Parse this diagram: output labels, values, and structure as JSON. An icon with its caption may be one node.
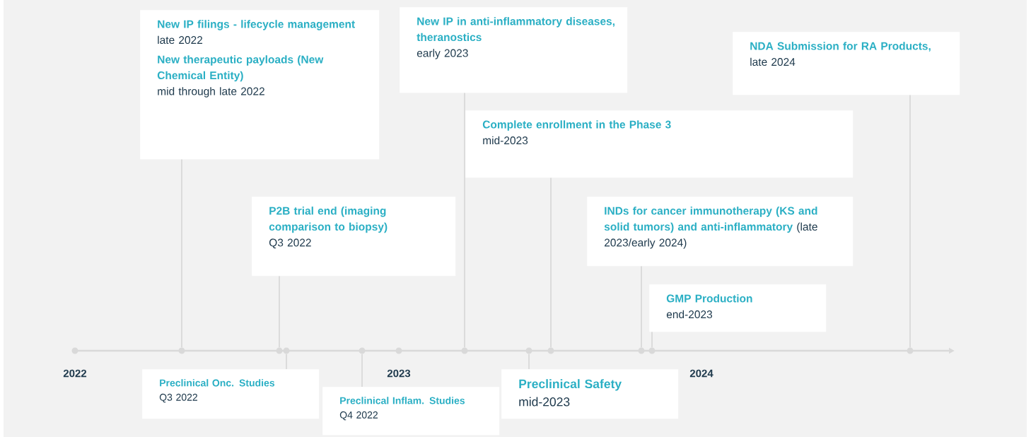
{
  "diagram": {
    "nodes": [
      {
        "text": [
          "New IP filings - lifecycle management",
          "late 2022",
          "New therapeutic payloads (New Chemical Entity)",
          "mid through late 2022"
        ]
      },
      {
        "text": [
          "P2B trial end (imaging comparison to biopsy)",
          "Q3 2022"
        ]
      },
      {
        "text": [
          "New IP in anti-inflammatory diseases, theranostics",
          "early 2023"
        ]
      },
      {
        "text": [
          "Complete enrollment in the Phase 3",
          "mid-2023"
        ]
      },
      {
        "text": [
          "INDs for cancer immunotherapy (KS and solid tumors) and anti-inflammatory",
          "(late 2023/early 2024)"
        ]
      },
      {
        "text": [
          "GMP Production",
          "end-2023"
        ]
      },
      {
        "text": [
          "NDA Submission for RA Products,",
          "late 2024"
        ]
      },
      {
        "text": [
          "Preclinical Onc. Studies",
          "Q3 2022"
        ]
      },
      {
        "text": [
          "Preclinical Inflam. Studies",
          "Q4 2022"
        ]
      },
      {
        "text": [
          "Preclinical Safety",
          "mid-2023"
        ]
      },
      {
        "text": [],
        "shape": "circle"
      },
      {
        "text": [],
        "shape": "circle"
      },
      {
        "text": [],
        "shape": "circle"
      },
      {
        "text": [],
        "shape": "circle"
      },
      {
        "text": [],
        "shape": "circle"
      },
      {
        "text": [],
        "shape": "circle"
      },
      {
        "text": [],
        "shape": "circle"
      },
      {
        "text": [],
        "shape": "circle"
      },
      {
        "text": [],
        "shape": "circle"
      },
      {
        "text": [],
        "shape": "circle"
      }
    ],
    "edges": [
      {
        "from": 0,
        "to": 10,
        "arrow": "none"
      },
      {
        "from": 1,
        "to": 11,
        "arrow": "none"
      },
      {
        "from": 2,
        "to": 14,
        "arrow": "none"
      },
      {
        "from": 3,
        "to": 16,
        "arrow": "none"
      },
      {
        "from": 4,
        "to": 17,
        "arrow": "none"
      },
      {
        "from": 5,
        "to": 18,
        "arrow": "none"
      },
      {
        "from": 6,
        "to": 19,
        "arrow": "none"
      },
      {
        "from": 7,
        "to": 12,
        "arrow": "none"
      },
      {
        "from": 8,
        "to": 13,
        "arrow": "none"
      },
      {
        "from": 9,
        "to": 15,
        "arrow": "none"
      }
    ],
    "labels": [
      "2022",
      "2023",
      "2024"
    ]
  }
}
